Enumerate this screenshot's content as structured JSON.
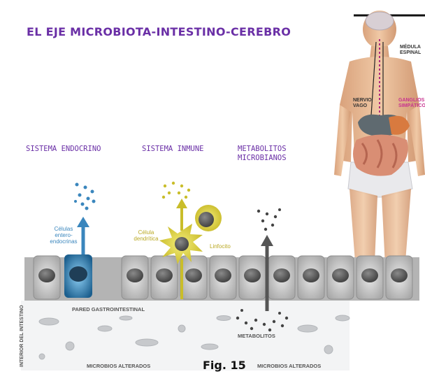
{
  "title": "EL EJE MICROBIOTA-INTESTINO-CEREBRO",
  "categories": {
    "endocrine": "SISTEMA ENDOCRINO",
    "immune": "SISTEMA INMUNE",
    "metabolites_line1": "METABOLITOS",
    "metabolites_line2": "MICROBIANOS"
  },
  "cells": {
    "enteroendocrine_line1": "Células",
    "enteroendocrine_line2": "entero-",
    "enteroendocrine_line3": "endocrinas",
    "dendritic_line1": "Célula",
    "dendritic_line2": "dendrítica",
    "lymphocyte": "Linfocito"
  },
  "labels": {
    "gut_wall": "PARED GASTROINTESTINAL",
    "metabolites": "METABOLITOS",
    "altered_microbes": "MICROBIOS ALTERADOS",
    "intestine_interior": "INTERIOR DEL INTESTINO"
  },
  "body": {
    "spinal_line1": "MÉDULA",
    "spinal_line2": "ESPINAL",
    "vagus_line1": "NERVIO",
    "vagus_line2": "VAGO",
    "ganglia_line1": "GANGLIOS",
    "ganglia_line2": "SIMPÁTICOS"
  },
  "caption": "Fig. 15",
  "colors": {
    "title": "#6a2fa6",
    "endocrine": "#3a86bd",
    "immune": "#c9bd2a",
    "metabolite": "#444444",
    "ganglia": "#c8338f"
  }
}
